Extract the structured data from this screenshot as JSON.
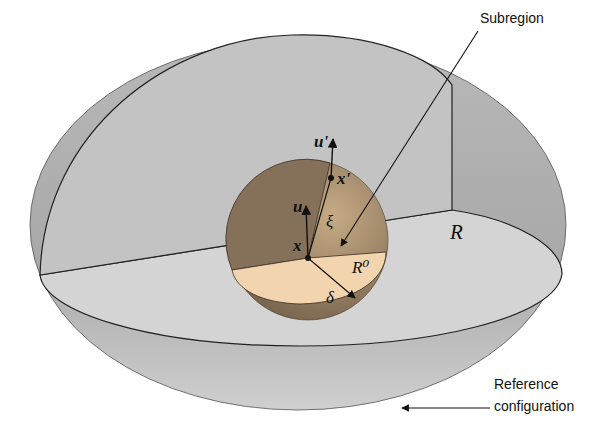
{
  "diagram": {
    "labels": [
      "Subregion",
      "u'",
      "x'",
      "ξ",
      "u",
      "x",
      "R⁰",
      "δ",
      "R",
      "Reference configuration"
    ]
  }
}
